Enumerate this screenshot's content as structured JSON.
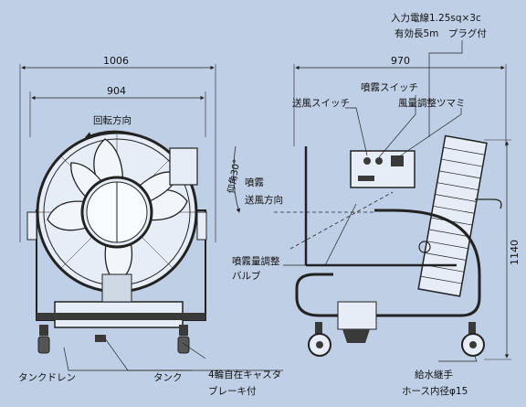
{
  "dimensions": {
    "front_total_width": "1006",
    "front_inner_width": "904",
    "side_total_width": "970",
    "side_height": "1140"
  },
  "labels": {
    "rotation_direction": "回転方向",
    "power_cord_line1": "入力電線1.25sq×3c",
    "power_cord_line2": "有効長5m　プラグ付",
    "mist_switch": "噴霧スイッチ",
    "fan_switch": "送風スイッチ",
    "airflow_knob": "風量調整ツマミ",
    "elevation_angle": "仰角30°",
    "mist_direction_line1": "噴霧",
    "mist_direction_line2": "送風方向",
    "mist_valve_line1": "噴霧量調整",
    "mist_valve_line2": "バルブ",
    "tank_drain": "タンクドレン",
    "tank": "タンク",
    "caster_line1": "4輪自在キャスタ",
    "caster_line2": "ブレーキ付",
    "water_inlet_line1": "給水継手",
    "water_inlet_line2": "ホース内径φ15"
  },
  "colors": {
    "background": "#bfd0e6",
    "line": "#222222",
    "fill_light": "#e6edf6",
    "fill_dark": "#3a3a3a"
  }
}
